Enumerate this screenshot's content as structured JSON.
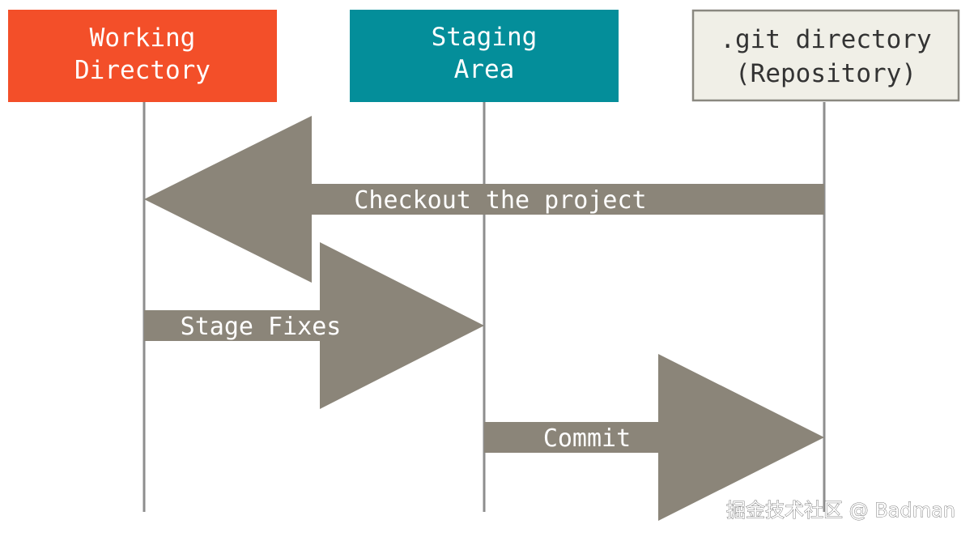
{
  "colors": {
    "working": "#f34f29",
    "staging": "#048e9a",
    "repo_fill": "#f0efe7",
    "repo_stroke": "#8a8880",
    "arrow": "#8b8579",
    "lifeline": "#8e8e8e",
    "light_text": "#ffffff",
    "dark_text": "#333333"
  },
  "boxes": {
    "working": {
      "line1": "Working",
      "line2": "Directory"
    },
    "staging": {
      "line1": "Staging",
      "line2": "Area"
    },
    "repo": {
      "line1": ".git directory",
      "line2": "(Repository)"
    }
  },
  "arrows": {
    "checkout": "Checkout the project",
    "stage": "Stage Fixes",
    "commit": "Commit"
  },
  "watermark": "掘金技术社区 @ Badman"
}
